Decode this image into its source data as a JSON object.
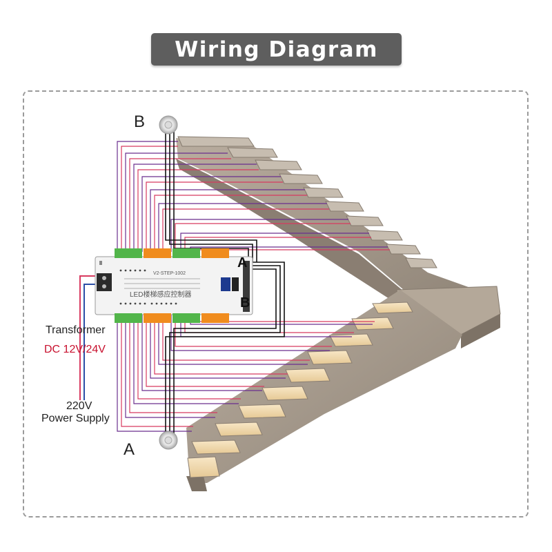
{
  "title": "Wiring Diagram",
  "labels": {
    "sensor_b": "B",
    "sensor_a": "A",
    "controller_a": "A",
    "controller_b": "B",
    "transformer": "Transformer",
    "dc_voltage": "DC 12V/24V",
    "ac_voltage": "220V",
    "power_supply": "Power Supply"
  },
  "controller": {
    "model_line": "V2-STEP-1002",
    "name_line": "LED楼梯感应控制器"
  },
  "colors": {
    "title_bg": "#5e5e5e",
    "wire_purple": "#6a2e8e",
    "wire_red": "#d8395f",
    "wire_blue": "#2a4ea6",
    "wire_black": "#111111",
    "terminal_green": "#52b54a",
    "terminal_orange": "#f08c1e",
    "stair_stone": "#a79a8c",
    "stair_light": "#f2ddb8",
    "dc_text": "#c8102e"
  },
  "icons": [
    "pir-sensor-icon",
    "terminal-block-icon",
    "led-display-icon"
  ]
}
